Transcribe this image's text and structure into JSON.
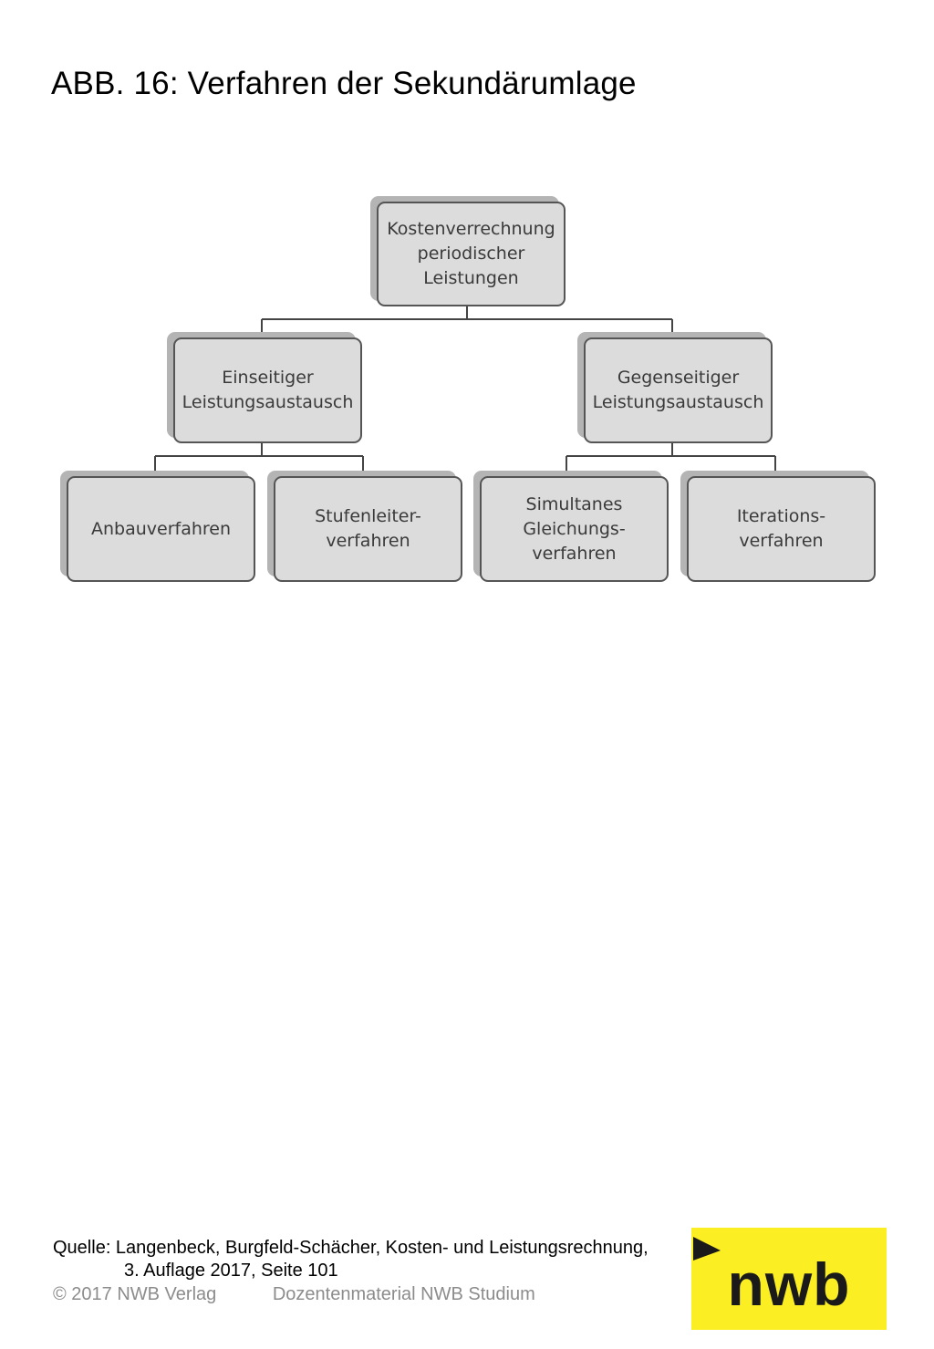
{
  "title": "ABB. 16: Verfahren der Sekundärumlage",
  "diagram": {
    "root": [
      "Kostenverrechnung",
      "periodischer",
      "Leistungen"
    ],
    "left_branch": [
      "Einseitiger",
      "Leistungsaustausch"
    ],
    "right_branch": [
      "Gegenseitiger",
      "Leistungsaustausch"
    ],
    "leaf_1": [
      "Anbauverfahren"
    ],
    "leaf_2": [
      "Stufenleiter-",
      "verfahren"
    ],
    "leaf_3": [
      "Simultanes",
      "Gleichungs-",
      "verfahren"
    ],
    "leaf_4": [
      "Iterations-",
      "verfahren"
    ]
  },
  "source": {
    "line1": "Quelle: Langenbeck, Burgfeld-Schächer, Kosten- und Leistungsrechnung,",
    "line2": "3. Auflage 2017, Seite 101"
  },
  "footer": {
    "copyright": "© 2017 NWB Verlag",
    "material": "Dozentenmaterial NWB Studium"
  },
  "logo": {
    "text": "nwb",
    "color": "#fbee23"
  }
}
